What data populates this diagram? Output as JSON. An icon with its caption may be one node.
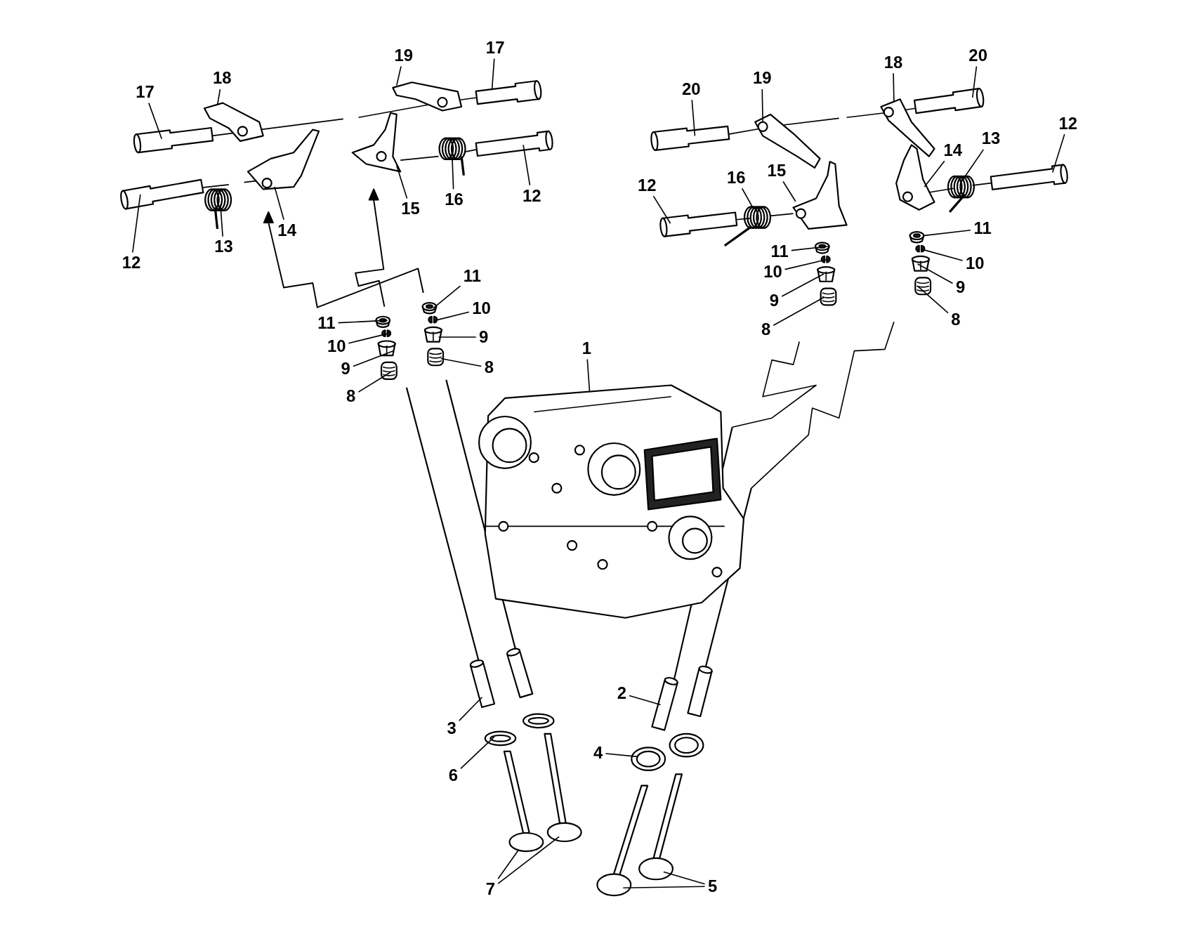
{
  "diagram": {
    "nodes": [
      {
        "text": [
          "17"
        ]
      },
      {
        "text": [
          "19"
        ]
      },
      {
        "text": [
          "20"
        ]
      },
      {
        "text": [
          "18"
        ]
      },
      {
        "text": [
          "18"
        ]
      },
      {
        "text": [
          "19"
        ]
      },
      {
        "text": [
          "20"
        ]
      },
      {
        "text": [
          "17"
        ]
      },
      {
        "text": [
          "12"
        ]
      },
      {
        "text": [
          "13"
        ]
      },
      {
        "text": [
          "14"
        ]
      },
      {
        "text": [
          "15"
        ]
      },
      {
        "text": [
          "16"
        ]
      },
      {
        "text": [
          "12"
        ]
      },
      {
        "text": [
          "12"
        ]
      },
      {
        "text": [
          "16"
        ]
      },
      {
        "text": [
          "15"
        ]
      },
      {
        "text": [
          "11"
        ]
      },
      {
        "text": [
          "14"
        ]
      },
      {
        "text": [
          "13"
        ]
      },
      {
        "text": [
          "11"
        ]
      },
      {
        "text": [
          "12"
        ]
      },
      {
        "text": [
          "10"
        ]
      },
      {
        "text": [
          "10"
        ]
      },
      {
        "text": [
          "11"
        ]
      },
      {
        "text": [
          "9"
        ]
      },
      {
        "text": [
          "9"
        ]
      },
      {
        "text": [
          "10"
        ]
      },
      {
        "text": [
          "8"
        ]
      },
      {
        "text": [
          "11"
        ]
      },
      {
        "text": [
          "8"
        ]
      },
      {
        "text": [
          "9"
        ]
      },
      {
        "text": [
          "10"
        ]
      },
      {
        "text": [
          "1"
        ]
      },
      {
        "text": [
          "8"
        ]
      },
      {
        "text": [
          "9"
        ]
      },
      {
        "text": [
          "8"
        ]
      },
      {
        "text": [
          "2"
        ]
      },
      {
        "text": [
          "3"
        ]
      },
      {
        "text": [
          "4"
        ]
      },
      {
        "text": [
          "6"
        ]
      },
      {
        "text": [
          "5"
        ]
      },
      {
        "text": [
          "7"
        ]
      },
      {
        "text": [],
        "shape": "picture"
      },
      {
        "text": [],
        "shape": "picture"
      },
      {
        "text": [],
        "shape": "picture"
      },
      {
        "text": [],
        "shape": "picture"
      },
      {
        "text": [],
        "shape": "picture"
      },
      {
        "text": [],
        "shape": "picture"
      },
      {
        "text": [],
        "shape": "picture"
      },
      {
        "text": [],
        "shape": "picture"
      },
      {
        "text": [],
        "shape": "picture"
      },
      {
        "text": [],
        "shape": "picture"
      },
      {
        "text": [],
        "shape": "picture"
      },
      {
        "text": [],
        "shape": "picture"
      },
      {
        "text": [],
        "shape": "picture"
      },
      {
        "text": [],
        "shape": "picture"
      },
      {
        "text": [],
        "shape": "picture"
      },
      {
        "text": [],
        "shape": "picture"
      },
      {
        "text": [],
        "shape": "picture"
      },
      {
        "text": [],
        "shape": "picture"
      },
      {
        "text": [],
        "shape": "picture"
      },
      {
        "text": [],
        "shape": "picture"
      },
      {
        "text": [],
        "shape": "picture"
      },
      {
        "text": [],
        "shape": "picture"
      },
      {
        "text": [],
        "shape": "picture"
      },
      {
        "text": [],
        "shape": "picture"
      },
      {
        "text": [],
        "shape": "picture"
      },
      {
        "text": [],
        "shape": "picture"
      },
      {
        "text": [],
        "shape": "picture"
      },
      {
        "text": [],
        "shape": "picture"
      },
      {
        "text": [],
        "shape": "picture"
      },
      {
        "text": [],
        "shape": "picture"
      },
      {
        "text": [],
        "shape": "picture"
      },
      {
        "text": [],
        "shape": "picture"
      },
      {
        "text": [],
        "shape": "picture"
      },
      {
        "text": [],
        "shape": "picture"
      },
      {
        "text": [],
        "shape": "picture"
      },
      {
        "text": [],
        "shape": "picture"
      },
      {
        "text": [],
        "shape": "picture"
      },
      {
        "text": [],
        "shape": "picture"
      },
      {
        "text": [],
        "shape": "picture"
      },
      {
        "text": [],
        "shape": "picture"
      },
      {
        "text": [],
        "shape": "picture"
      },
      {
        "text": [],
        "shape": "picture"
      },
      {
        "text": [],
        "shape": "picture"
      },
      {
        "text": [],
        "shape": "picture"
      },
      {
        "text": [],
        "shape": "picture"
      }
    ],
    "edges": [
      {
        "from": 0,
        "to": 43,
        "arrow": "none"
      },
      {
        "from": 1,
        "to": 44,
        "arrow": "none"
      },
      {
        "from": 2,
        "to": 45,
        "arrow": "none"
      },
      {
        "from": 3,
        "to": 46,
        "arrow": "none"
      },
      {
        "from": 4,
        "to": 47,
        "arrow": "none"
      },
      {
        "from": 5,
        "to": 48,
        "arrow": "none"
      },
      {
        "from": 6,
        "to": 49,
        "arrow": "none"
      },
      {
        "from": 7,
        "to": 50,
        "arrow": "none"
      },
      {
        "from": 8,
        "to": 51,
        "arrow": "none"
      },
      {
        "from": 9,
        "to": 52,
        "arrow": "none"
      },
      {
        "from": 10,
        "to": 53,
        "arrow": "none"
      },
      {
        "from": 11,
        "to": 54,
        "arrow": "none"
      },
      {
        "from": 12,
        "to": 55,
        "arrow": "none"
      },
      {
        "from": 13,
        "to": 56,
        "arrow": "none"
      },
      {
        "from": 14,
        "to": 57,
        "arrow": "none"
      },
      {
        "from": 15,
        "to": 58,
        "arrow": "none"
      },
      {
        "from": 16,
        "to": 59,
        "arrow": "none"
      },
      {
        "from": 17,
        "to": 60,
        "arrow": "none"
      },
      {
        "from": 18,
        "to": 61,
        "arrow": "none"
      },
      {
        "from": 19,
        "to": 62,
        "arrow": "none"
      },
      {
        "from": 20,
        "to": 63,
        "arrow": "none"
      },
      {
        "from": 21,
        "to": 64,
        "arrow": "none"
      },
      {
        "from": 22,
        "to": 65,
        "arrow": "none"
      },
      {
        "from": 23,
        "to": 66,
        "arrow": "none"
      },
      {
        "from": 24,
        "to": 67,
        "arrow": "none"
      },
      {
        "from": 25,
        "to": 68,
        "arrow": "none"
      },
      {
        "from": 26,
        "to": 69,
        "arrow": "none"
      },
      {
        "from": 27,
        "to": 70,
        "arrow": "none"
      },
      {
        "from": 28,
        "to": 71,
        "arrow": "none"
      },
      {
        "from": 29,
        "to": 72,
        "arrow": "none"
      },
      {
        "from": 30,
        "to": 73,
        "arrow": "none"
      },
      {
        "from": 31,
        "to": 74,
        "arrow": "none"
      },
      {
        "from": 32,
        "to": 75,
        "arrow": "none"
      },
      {
        "from": 33,
        "to": 76,
        "arrow": "none"
      },
      {
        "from": 34,
        "to": 77,
        "arrow": "none"
      },
      {
        "from": 35,
        "to": 78,
        "arrow": "none"
      },
      {
        "from": 36,
        "to": 79,
        "arrow": "none"
      },
      {
        "from": 37,
        "to": 80,
        "arrow": "none"
      },
      {
        "from": 38,
        "to": 81,
        "arrow": "none"
      },
      {
        "from": 39,
        "to": 82,
        "arrow": "none"
      },
      {
        "from": 40,
        "to": 83,
        "arrow": "none"
      },
      {
        "from": 41,
        "to": 84,
        "arrow": "none"
      },
      {
        "from": 42,
        "to": 85,
        "arrow": "none"
      },
      {
        "from": 41,
        "to": 86,
        "arrow": "none"
      },
      {
        "from": 42,
        "to": 87,
        "arrow": "none"
      }
    ]
  }
}
